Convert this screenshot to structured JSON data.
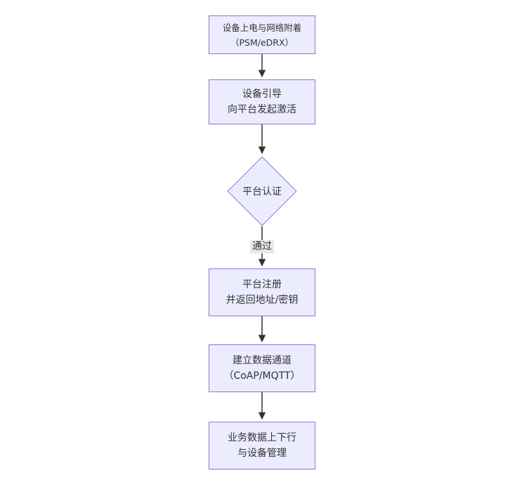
{
  "diagram": {
    "direction": "top-to-bottom",
    "colors": {
      "node_fill": "#ECECFF",
      "node_border": "#9370DB",
      "node_text": "#333333",
      "edge": "#333333",
      "edge_label_bg": "#e8e8e8",
      "background": "#ffffff"
    },
    "nodes": [
      {
        "id": "power-attach",
        "type": "rect",
        "lines": [
          "设备上电与网络附着",
          "（PSM/eDRX）"
        ]
      },
      {
        "id": "bootstrap",
        "type": "rect",
        "lines": [
          "设备引导",
          "向平台发起激活"
        ]
      },
      {
        "id": "platform-auth",
        "type": "diamond",
        "lines": [
          "平台认证"
        ]
      },
      {
        "id": "register",
        "type": "rect",
        "lines": [
          "平台注册",
          "并返回地址/密钥"
        ]
      },
      {
        "id": "data-channel",
        "type": "rect",
        "lines": [
          "建立数据通道",
          "（CoAP/MQTT）"
        ]
      },
      {
        "id": "business-data",
        "type": "rect",
        "lines": [
          "业务数据上下行",
          "与设备管理"
        ]
      }
    ],
    "edges": [
      {
        "from": "power-attach",
        "to": "bootstrap",
        "label": ""
      },
      {
        "from": "bootstrap",
        "to": "platform-auth",
        "label": ""
      },
      {
        "from": "platform-auth",
        "to": "register",
        "label": "通过"
      },
      {
        "from": "register",
        "to": "data-channel",
        "label": ""
      },
      {
        "from": "data-channel",
        "to": "business-data",
        "label": ""
      }
    ]
  }
}
